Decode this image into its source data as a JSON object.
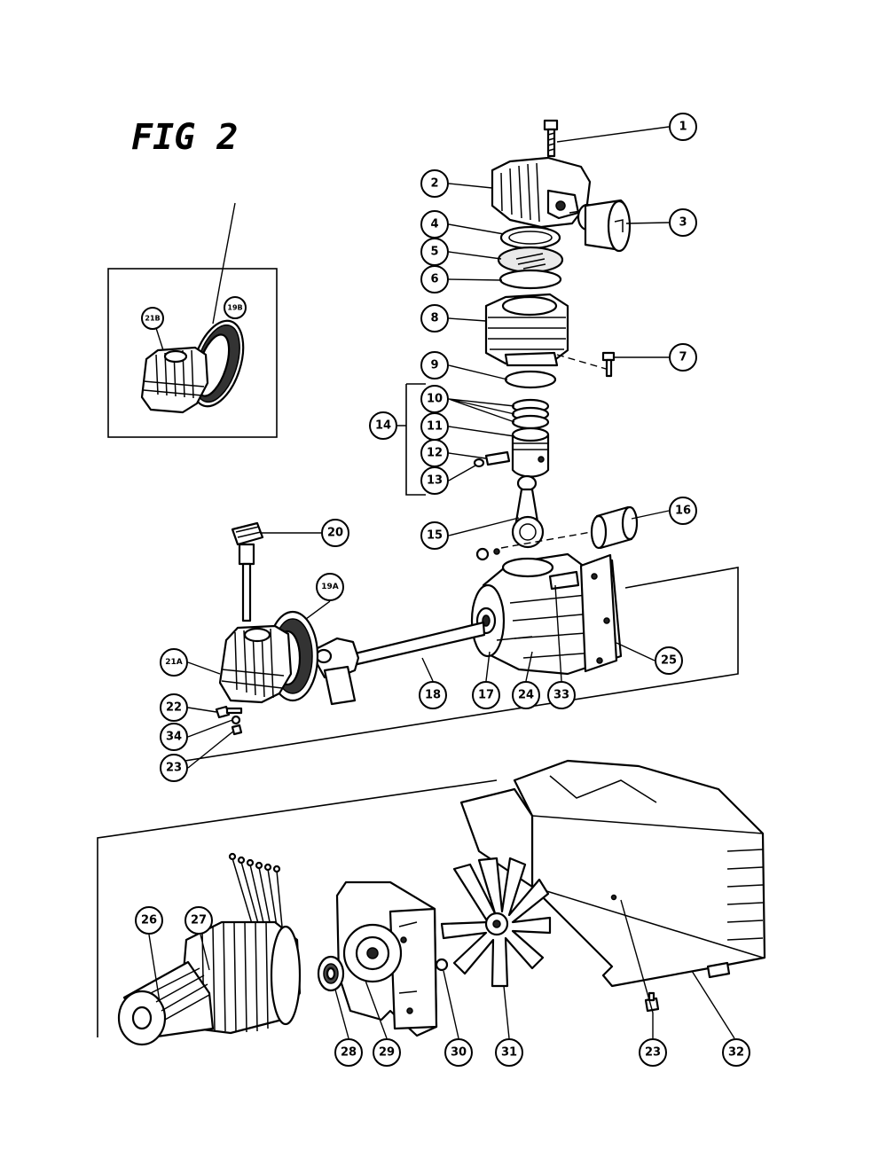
{
  "figure": {
    "title": "FIG 2"
  },
  "callouts": [
    {
      "id": "c1",
      "label": "1"
    },
    {
      "id": "c2",
      "label": "2"
    },
    {
      "id": "c3",
      "label": "3"
    },
    {
      "id": "c4",
      "label": "4"
    },
    {
      "id": "c5",
      "label": "5"
    },
    {
      "id": "c6",
      "label": "6"
    },
    {
      "id": "c7",
      "label": "7"
    },
    {
      "id": "c8",
      "label": "8"
    },
    {
      "id": "c9",
      "label": "9"
    },
    {
      "id": "c10",
      "label": "10"
    },
    {
      "id": "c11",
      "label": "11"
    },
    {
      "id": "c12",
      "label": "12"
    },
    {
      "id": "c13",
      "label": "13"
    },
    {
      "id": "c14",
      "label": "14"
    },
    {
      "id": "c15",
      "label": "15"
    },
    {
      "id": "c16",
      "label": "16"
    },
    {
      "id": "c17",
      "label": "17"
    },
    {
      "id": "c18",
      "label": "18"
    },
    {
      "id": "c19A",
      "label": "19A"
    },
    {
      "id": "c19B",
      "label": "19B"
    },
    {
      "id": "c20",
      "label": "20"
    },
    {
      "id": "c21A",
      "label": "21A"
    },
    {
      "id": "c21B",
      "label": "21B"
    },
    {
      "id": "c22",
      "label": "22"
    },
    {
      "id": "c23a",
      "label": "23"
    },
    {
      "id": "c23b",
      "label": "23"
    },
    {
      "id": "c24",
      "label": "24"
    },
    {
      "id": "c25",
      "label": "25"
    },
    {
      "id": "c26",
      "label": "26"
    },
    {
      "id": "c27",
      "label": "27"
    },
    {
      "id": "c28",
      "label": "28"
    },
    {
      "id": "c29",
      "label": "29"
    },
    {
      "id": "c30",
      "label": "30"
    },
    {
      "id": "c31",
      "label": "31"
    },
    {
      "id": "c32",
      "label": "32"
    },
    {
      "id": "c33",
      "label": "33"
    },
    {
      "id": "c34",
      "label": "34"
    }
  ]
}
